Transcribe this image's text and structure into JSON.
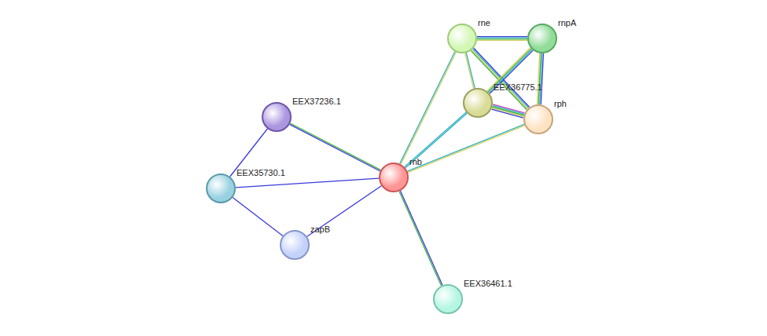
{
  "diagram": {
    "nodes": [
      {
        "text": [
          "rne"
        ]
      },
      {
        "text": [
          "rnpA"
        ]
      },
      {
        "text": [
          "EEX36775.1"
        ]
      },
      {
        "text": [
          "rph"
        ]
      },
      {
        "text": [
          "EEX37236.1"
        ]
      },
      {
        "text": [
          "rnb"
        ]
      },
      {
        "text": [
          "EEX35730.1"
        ]
      },
      {
        "text": [
          "zapB"
        ]
      },
      {
        "text": [
          "EEX36461.1"
        ]
      }
    ],
    "edges": [
      {
        "from": 5,
        "to": 4,
        "arrow": "none"
      },
      {
        "from": 5,
        "to": 6,
        "arrow": "none"
      },
      {
        "from": 5,
        "to": 7,
        "arrow": "none"
      },
      {
        "from": 4,
        "to": 6,
        "arrow": "none"
      },
      {
        "from": 6,
        "to": 7,
        "arrow": "none"
      },
      {
        "from": 5,
        "to": 8,
        "arrow": "none"
      },
      {
        "from": 5,
        "to": 0,
        "arrow": "none"
      },
      {
        "from": 5,
        "to": 2,
        "arrow": "none"
      },
      {
        "from": 5,
        "to": 3,
        "arrow": "none"
      },
      {
        "from": 0,
        "to": 1,
        "arrow": "none"
      },
      {
        "from": 0,
        "to": 2,
        "arrow": "none"
      },
      {
        "from": 0,
        "to": 3,
        "arrow": "none"
      },
      {
        "from": 1,
        "to": 2,
        "arrow": "none"
      },
      {
        "from": 1,
        "to": 3,
        "arrow": "none"
      },
      {
        "from": 2,
        "to": 3,
        "arrow": "none"
      }
    ]
  }
}
